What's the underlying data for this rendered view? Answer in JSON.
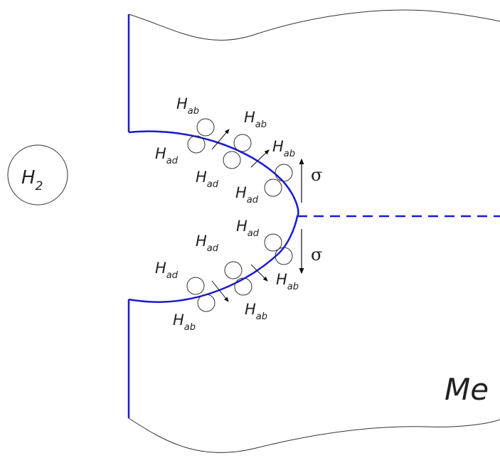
{
  "diagram": {
    "molecule": {
      "main": "H",
      "sub": "2"
    },
    "metal_label": "Me",
    "stress_symbol": "σ",
    "adsorbed": {
      "main": "H",
      "sub": "ad"
    },
    "absorbed": {
      "main": "H",
      "sub": "ab"
    },
    "colors": {
      "crack": "#1a1ad4",
      "outline": "#333333",
      "crack_tip": "#1a1ad4"
    }
  }
}
